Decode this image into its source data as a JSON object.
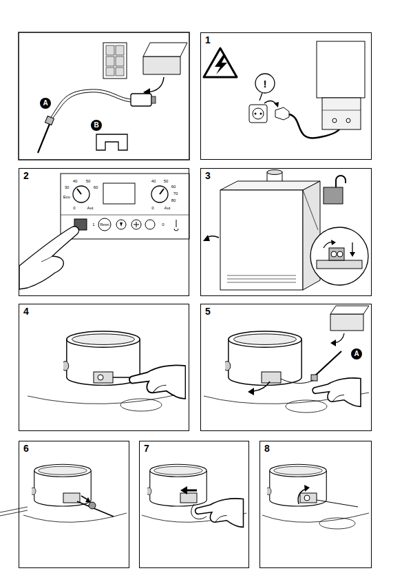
{
  "diagram": {
    "nodes": [
      {
        "text": [
          "1"
        ]
      },
      {
        "text": [
          "2"
        ]
      },
      {
        "text": [
          "3"
        ]
      },
      {
        "text": [
          "4"
        ]
      },
      {
        "text": [
          "5"
        ]
      },
      {
        "text": [
          "6"
        ]
      },
      {
        "text": [
          "7"
        ]
      },
      {
        "text": [
          "8"
        ]
      }
    ],
    "labels": [
      "A",
      "B",
      "!",
      "40",
      "50",
      "30",
      "60",
      "Eco",
      "0",
      "Aut",
      "40",
      "50",
      "60",
      "70",
      "80",
      "0",
      "Aut",
      "1",
      "Reset",
      "0",
      "A"
    ]
  }
}
